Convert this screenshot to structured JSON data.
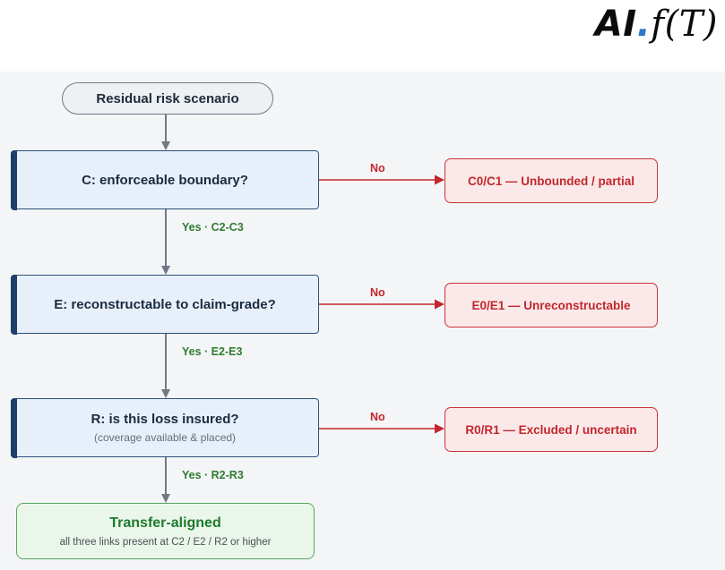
{
  "logo": {
    "text_a": "AI",
    "text_dot": ".",
    "text_fn": "f(T)"
  },
  "start": {
    "label": "Residual risk scenario"
  },
  "decisions": [
    {
      "label": "C: enforceable boundary?",
      "yes_label": "Yes · C2-C3",
      "no_label": "No",
      "reject": "C0/C1 — Unbounded / partial"
    },
    {
      "label": "E: reconstructable to claim-grade?",
      "yes_label": "Yes · E2-E3",
      "no_label": "No",
      "reject": "E0/E1 — Unreconstructable"
    },
    {
      "label": "R: is this loss insured?",
      "sublabel": "(coverage available & placed)",
      "yes_label": "Yes · R2-R3",
      "no_label": "No",
      "reject": "R0/R1 — Excluded / uncertain"
    }
  ],
  "final": {
    "title": "Transfer-aligned",
    "subtitle": "all three links present at C2 / E2 / R2 or higher"
  },
  "colors": {
    "yes": "#2e7d32",
    "no": "#c1272d",
    "decision_border": "#2c4f7c",
    "arrow": "#6f7a87"
  }
}
